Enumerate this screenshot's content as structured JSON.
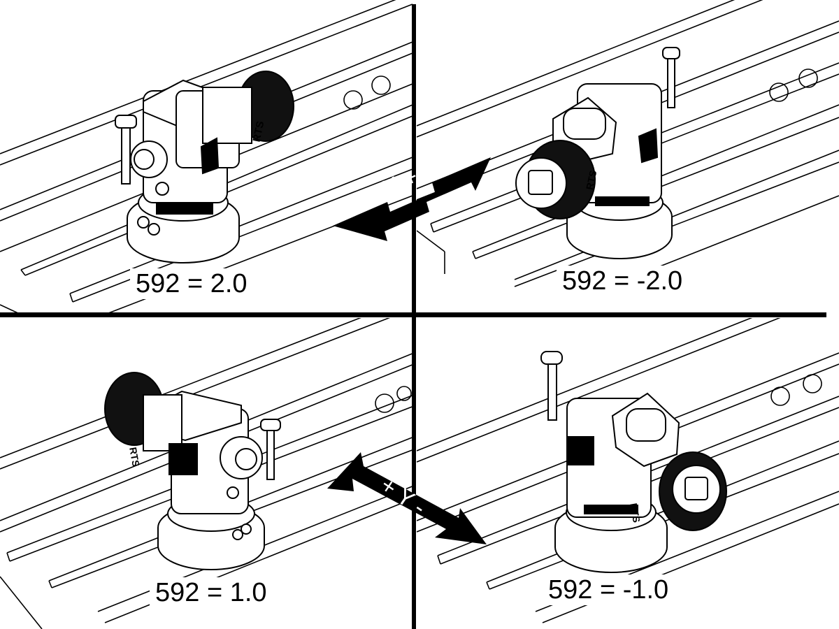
{
  "panels": [
    {
      "id": "top-left",
      "label": "592 = 2.0"
    },
    {
      "id": "top-right",
      "label": "592 = -2.0"
    },
    {
      "id": "bottom-left",
      "label": "592 = 1.0"
    },
    {
      "id": "bottom-right",
      "label": "592 = -1.0"
    }
  ],
  "axes": {
    "x_label": "- X +",
    "y_label": "+ Y -"
  },
  "device_brand": "RTS",
  "colors": {
    "line": "#000000",
    "background": "#ffffff"
  }
}
